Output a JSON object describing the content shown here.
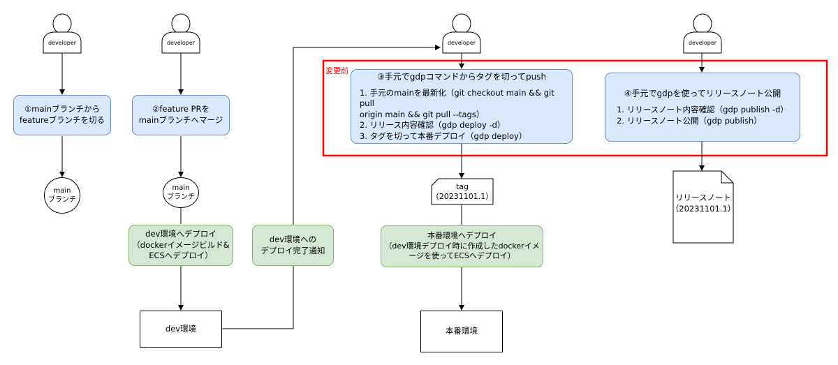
{
  "actors": {
    "a1": "developer",
    "a2": "developer",
    "a3": "developer",
    "a4": "developer"
  },
  "nodes": {
    "step1": "①mainブランチから\nfeatureブランチを切る",
    "main1": "main\nブランチ",
    "step2": "②feature PRを\nmainブランチへマージ",
    "main2": "main\nブランチ",
    "dev_deploy": "dev環境へデプロイ\n（dockerイメージビルド&\nECSへデプロイ）",
    "dev_env": "dev環境",
    "dev_notify": "dev環境への\nデプロイ完了通知",
    "step3_title": "③手元でgdpコマンドからタグを切ってpush",
    "step3_items": [
      "1. 手元のmainを最新化（git checkout main && git pull",
      "origin main && git pull --tags）",
      "2. リリース内容確認（gdp deploy -d）",
      "3. タグを切って本番デプロイ（gdp deploy）"
    ],
    "tag": "tag\n（20231101.1）",
    "prod_deploy": "本番環境へデプロイ\n（dev環境デプロイ時に作成したdockerイメ\nージを使ってECSへデプロイ）",
    "prod_env": "本番環境",
    "step4_title": "④手元でgdpを使ってリリースノート公開",
    "step4_items": [
      "1. リリースノート内容確認（gdp publish -d）",
      "2. リリースノート公開（gdp publish）"
    ],
    "release_note": "リリースノート\n（20231101.1）"
  },
  "highlight": {
    "label": "変更前",
    "color": "#ff0000"
  },
  "colors": {
    "blue_fill": "#dae8fc",
    "blue_stroke": "#6c8ebf",
    "green_fill": "#d5e8d4",
    "green_stroke": "#82b366"
  }
}
